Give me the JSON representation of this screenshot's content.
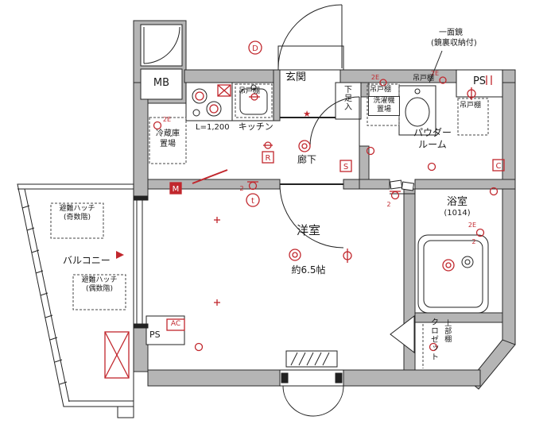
{
  "plan": {
    "mb": "MB",
    "entrance": "玄関",
    "shoe_box": "下足入",
    "hanging_cupboard": "吊戸棚",
    "kitchen_length": "L=1,200",
    "kitchen": "キッチン",
    "fridge_l1": "冷蔵庫",
    "fridge_l2": "置場",
    "hallway": "廊下",
    "washer_l1": "洗濯機",
    "washer_l2": "置場",
    "powder_l1": "パウダー",
    "powder_l2": "ルーム",
    "pipe_space_top": "PS",
    "mirror_l1": "一面鏡",
    "mirror_l2": "(鏡裏収納付)",
    "bathroom": "浴室",
    "bathroom_size": "(1014)",
    "main_room": "洋室",
    "main_room_size": "約6.5帖",
    "balcony": "バルコニー",
    "hatch_l1": "避難ハッチ",
    "hatch_odd": "(奇数階)",
    "hatch_even": "(偶数階)",
    "closet": "クロゼット",
    "upper_shelf": "上部棚",
    "pipe_space_bottom": "PS",
    "ac": "AC"
  },
  "symbols": {
    "d": "D",
    "s": "S",
    "m": "M",
    "r": "R",
    "c": "C",
    "t": "t",
    "star": "★",
    "two": "2",
    "two_e": "2E"
  },
  "colors": {
    "wall": "#b5b5b5",
    "line": "#1a1a1a",
    "accent_red": "#c1272d"
  }
}
